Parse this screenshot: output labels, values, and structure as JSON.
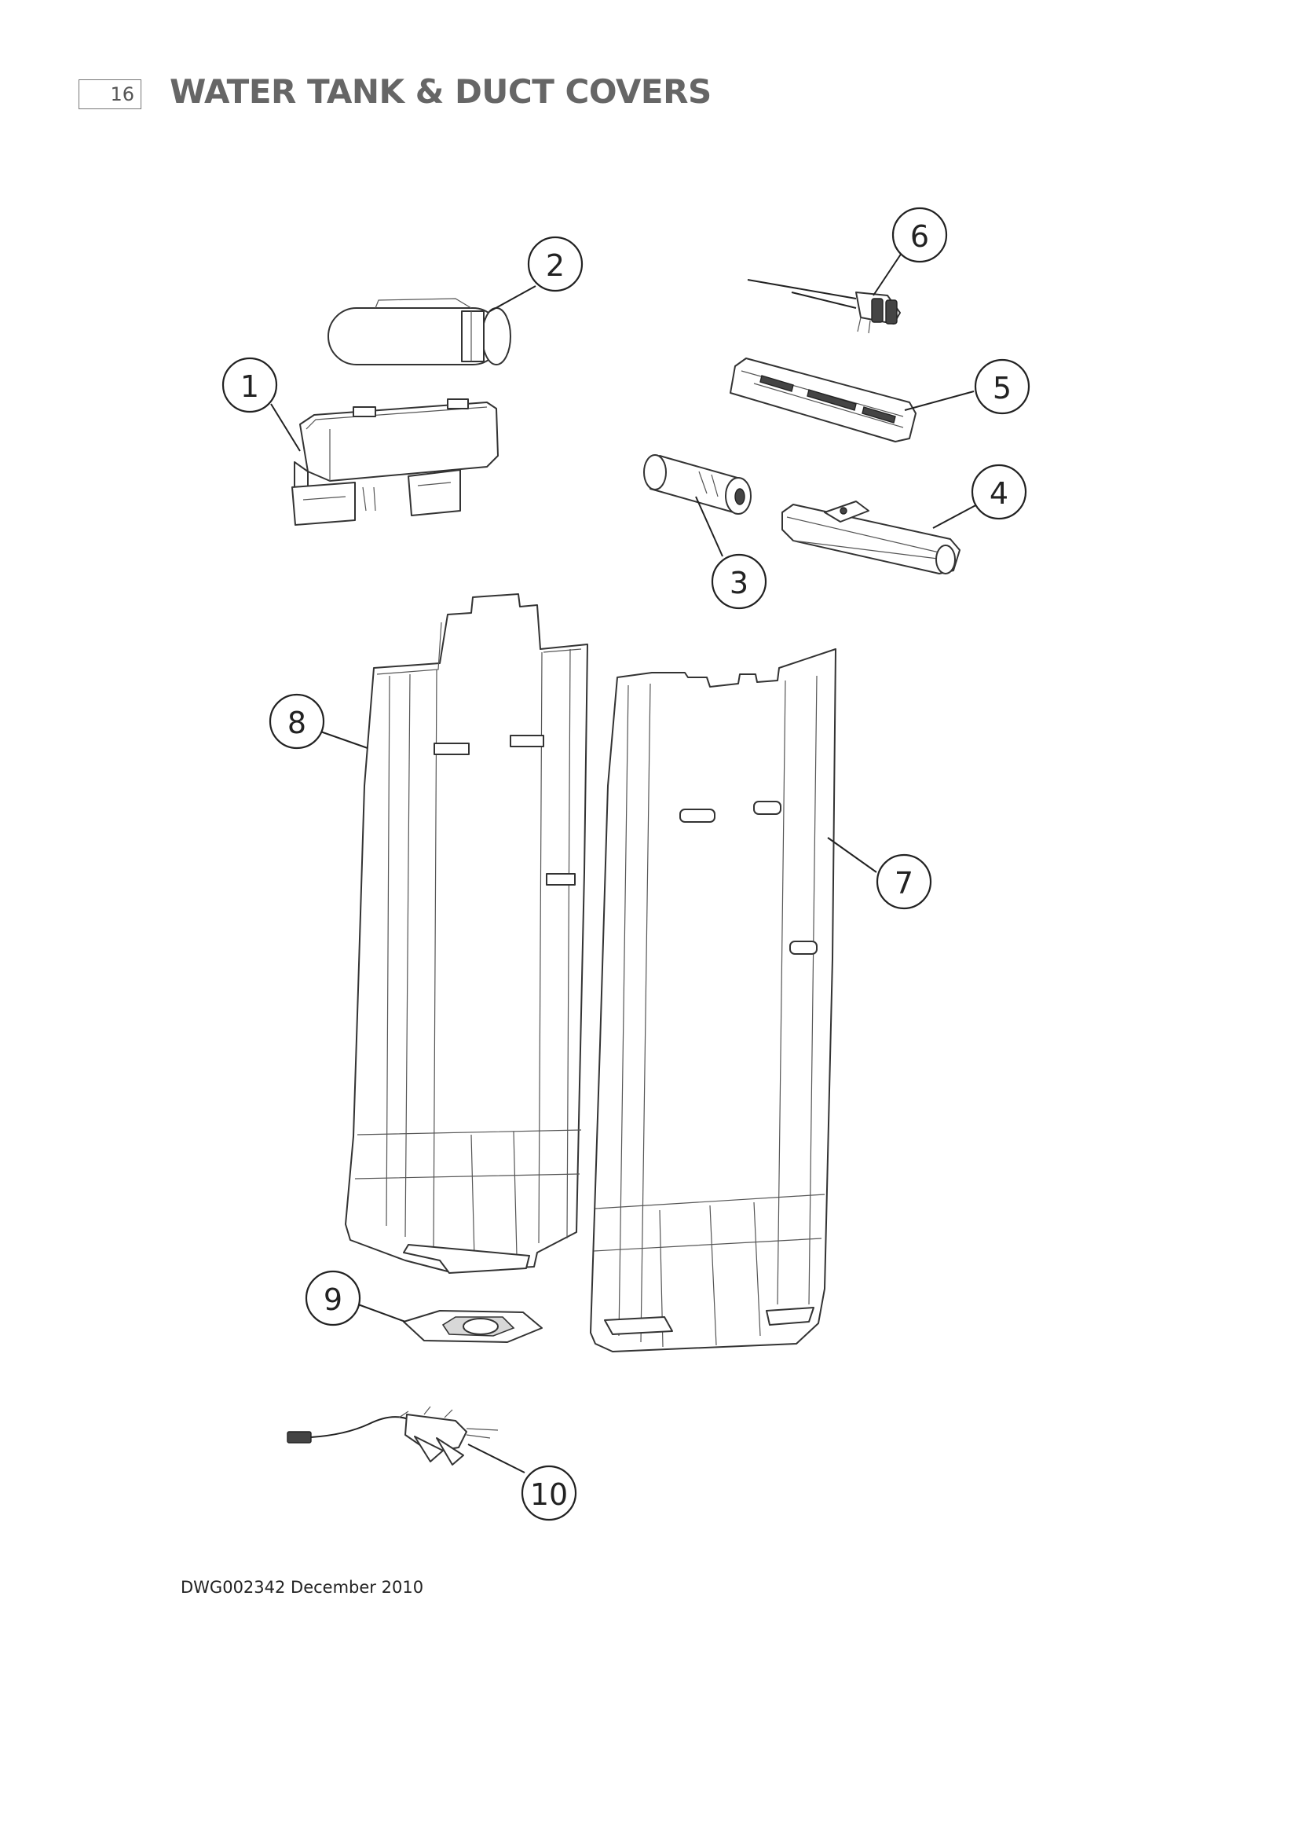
{
  "header": {
    "page_number": "16",
    "title": "WATER TANK & DUCT COVERS"
  },
  "diagram": {
    "callouts": [
      {
        "id": "1",
        "label": "1"
      },
      {
        "id": "2",
        "label": "2"
      },
      {
        "id": "3",
        "label": "3"
      },
      {
        "id": "4",
        "label": "4"
      },
      {
        "id": "5",
        "label": "5"
      },
      {
        "id": "6",
        "label": "6"
      },
      {
        "id": "7",
        "label": "7"
      },
      {
        "id": "8",
        "label": "8"
      },
      {
        "id": "9",
        "label": "9"
      },
      {
        "id": "10",
        "label": "10"
      }
    ]
  },
  "footer": {
    "drawing_reference": "DWG002342 December 2010"
  }
}
